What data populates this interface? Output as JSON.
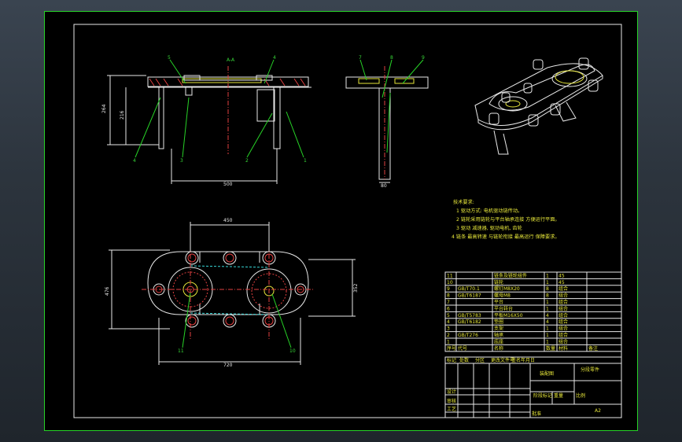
{
  "views": {
    "section_label": "A-A",
    "front_callouts": [
      "5",
      "4",
      "1",
      "2",
      "3",
      "4"
    ],
    "side_callouts": [
      "7",
      "8",
      "9"
    ],
    "plan_callouts": [
      "11",
      "10"
    ],
    "dimensions": {
      "front_height_outer": "264",
      "front_height_inner": "216",
      "front_width": "500",
      "side_width": "80",
      "plan_top_width": "450",
      "plan_left_height": "476",
      "plan_right_height": "352",
      "plan_bottom_width": "720"
    }
  },
  "tech_requirements": {
    "title": "技术要求:",
    "lines": [
      "1 驱动方式: 电机驱动链传动。",
      "2 链轮采用链轮与平台轴承连接 方便运行平面。",
      "3 驱动 减速器, 驱动电机, 齿轮",
      "4 链条 最高转速 与链轮衔接 最高运行 保障要求。"
    ]
  },
  "parts_table": {
    "rows": [
      {
        "no": "11",
        "code": "",
        "name": "链条及链轮组件",
        "qty": "1",
        "material": "45"
      },
      {
        "no": "10",
        "code": "",
        "name": "链轮",
        "qty": "1",
        "material": "45"
      },
      {
        "no": "9",
        "code": "GB/T70.1",
        "name": "螺钉M8X20",
        "qty": "8",
        "material": "组合"
      },
      {
        "no": "8",
        "code": "GB/T6187",
        "name": "螺母M8",
        "qty": "8",
        "material": "组合"
      },
      {
        "no": "7",
        "code": "",
        "name": "平台",
        "qty": "1",
        "material": "组合"
      },
      {
        "no": "6",
        "code": "",
        "name": "平台转台",
        "qty": "1",
        "material": "组合"
      },
      {
        "no": "5",
        "code": "GB/T5783",
        "name": "平板M16X50",
        "qty": "4",
        "material": "组合"
      },
      {
        "no": "4",
        "code": "GB/T6182",
        "name": "垫圈",
        "qty": "4",
        "material": "组合"
      },
      {
        "no": "3",
        "code": "",
        "name": "支架",
        "qty": "1",
        "material": "组合"
      },
      {
        "no": "2",
        "code": "GB/T276",
        "name": "轴承",
        "qty": "1",
        "material": "组合"
      },
      {
        "no": "1",
        "code": "",
        "name": "底座",
        "qty": "1",
        "material": "组合"
      }
    ],
    "headers": [
      "序号",
      "代号",
      "名称",
      "数量",
      "材料",
      "备注"
    ]
  },
  "title_block": {
    "drawing_name": "装配图",
    "org": "分段零件",
    "scale_label": "比例",
    "stage_label": "阶段标记",
    "weight_label": "重量",
    "sheet_size": "A2",
    "design": "设计",
    "review": "审核",
    "process": "工艺",
    "approve": "批准",
    "sign_rows": [
      "标记",
      "处数",
      "分区",
      "更改文件号",
      "签名",
      "年月日"
    ]
  }
}
